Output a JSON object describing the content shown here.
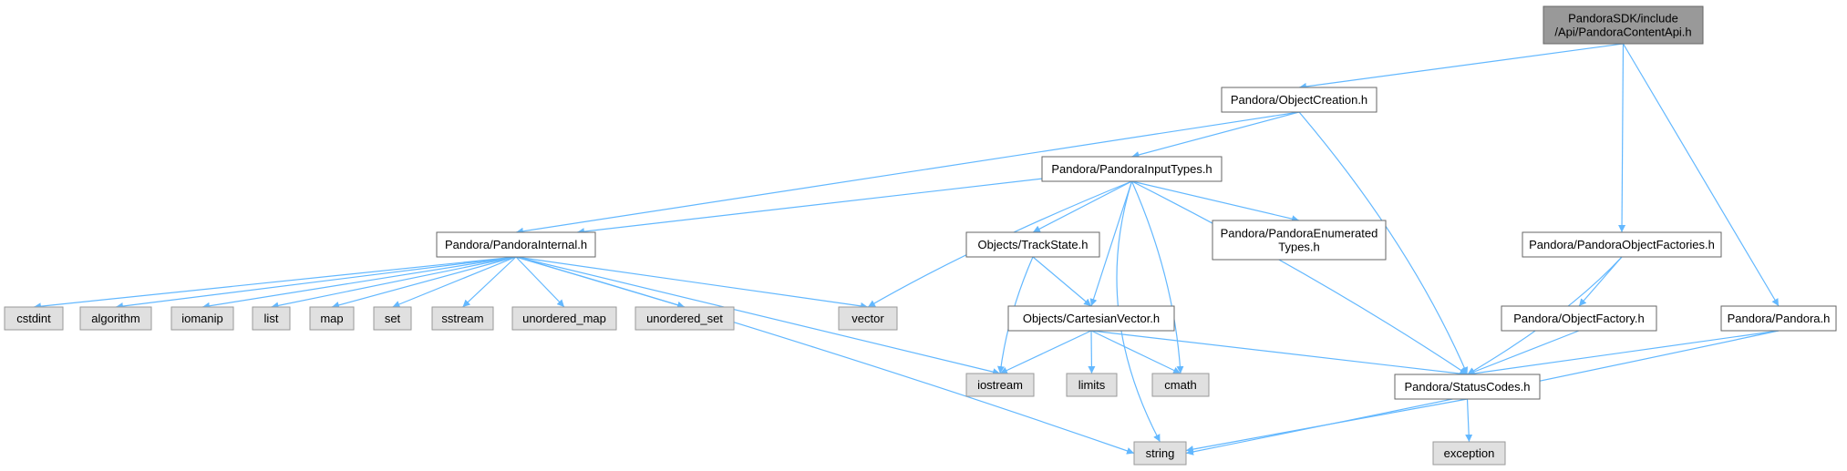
{
  "colors": {
    "edge": "#63b8ff",
    "root_fill": "#999999",
    "root_stroke": "#666666",
    "header_fill": "#ffffff",
    "header_stroke": "#666666",
    "system_fill": "#e0e0e0",
    "system_stroke": "#999999"
  },
  "nodes": {
    "root": [
      "PandoraSDK/include",
      "/Api/PandoraContentApi.h"
    ],
    "object_creation": [
      "Pandora/ObjectCreation.h"
    ],
    "pandora_input_types": [
      "Pandora/PandoraInputTypes.h"
    ],
    "pandora_internal": [
      "Pandora/PandoraInternal.h"
    ],
    "track_state": [
      "Objects/TrackState.h"
    ],
    "pandora_enumerated_types": [
      "Pandora/PandoraEnumerated",
      "Types.h"
    ],
    "pandora_object_factories": [
      "Pandora/PandoraObjectFactories.h"
    ],
    "object_factory": [
      "Pandora/ObjectFactory.h"
    ],
    "pandora": [
      "Pandora/Pandora.h"
    ],
    "cartesian_vector": [
      "Objects/CartesianVector.h"
    ],
    "status_codes": [
      "Pandora/StatusCodes.h"
    ],
    "cstdint": [
      "cstdint"
    ],
    "algorithm": [
      "algorithm"
    ],
    "iomanip": [
      "iomanip"
    ],
    "list": [
      "list"
    ],
    "map": [
      "map"
    ],
    "set": [
      "set"
    ],
    "sstream": [
      "sstream"
    ],
    "unordered_map": [
      "unordered_map"
    ],
    "unordered_set": [
      "unordered_set"
    ],
    "vector": [
      "vector"
    ],
    "iostream": [
      "iostream"
    ],
    "limits": [
      "limits"
    ],
    "cmath": [
      "cmath"
    ],
    "string": [
      "string"
    ],
    "exception": [
      "exception"
    ]
  }
}
